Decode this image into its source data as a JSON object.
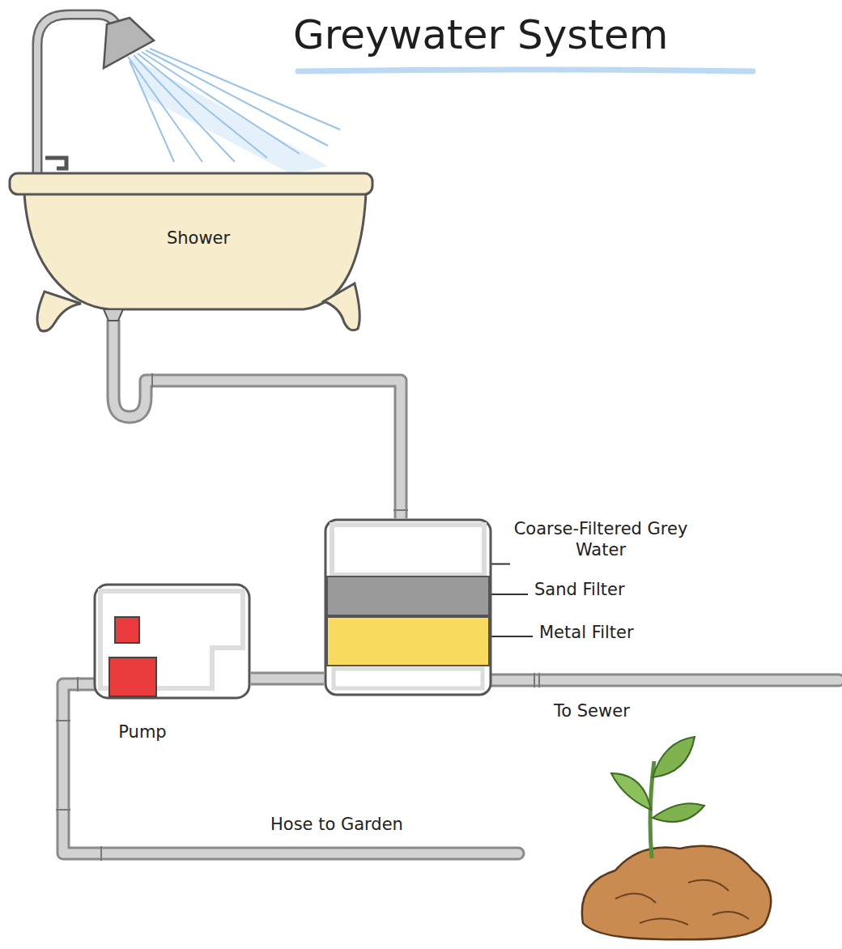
{
  "diagram": {
    "title": "Greywater System",
    "nodes": [
      {
        "text": [
          "Shower"
        ]
      },
      {
        "text": [
          "Coarse-Filtered Grey Water",
          "Sand Filter",
          "Metal Filter"
        ]
      },
      {
        "text": [
          "Pump"
        ]
      }
    ],
    "edges": [
      {
        "from": 0,
        "to": 1,
        "arrow": "none"
      },
      {
        "from": 1,
        "to": 2,
        "arrow": "none"
      }
    ],
    "labels": [
      "To Sewer",
      "Hose to Garden"
    ]
  }
}
